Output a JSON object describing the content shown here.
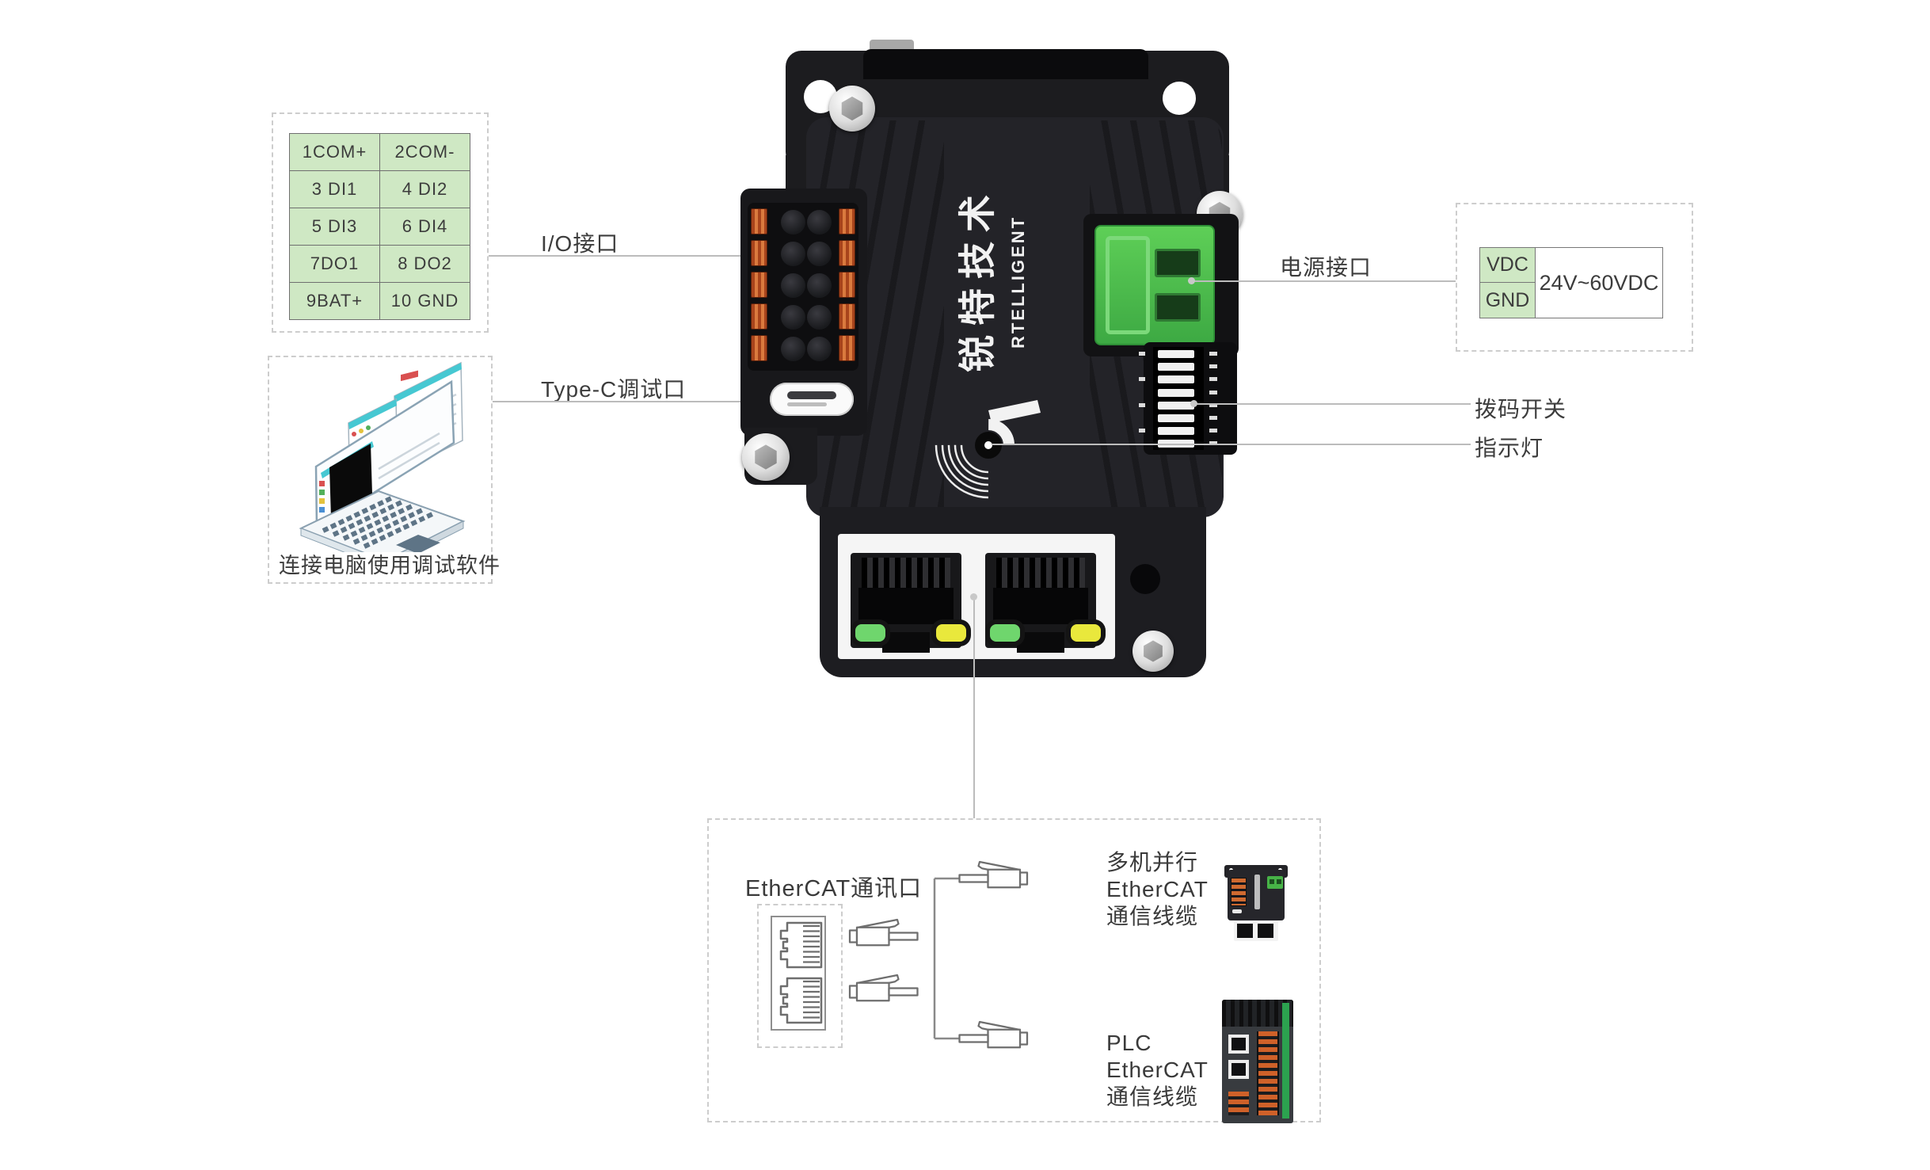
{
  "labels": {
    "io_port": "I/O接口",
    "typec_port": "Type-C调试口",
    "power_port": "电源接口",
    "dip_switch": "拨码开关",
    "indicator_led": "指示灯",
    "laptop_caption": "连接电脑使用调试软件",
    "ethercat_title": "EtherCAT通讯口"
  },
  "io_table": {
    "rows": [
      [
        "1COM+",
        "2COM-"
      ],
      [
        "3 DI1",
        "4 DI2"
      ],
      [
        "5 DI3",
        "6 DI4"
      ],
      [
        "7DO1",
        "8 DO2"
      ],
      [
        "9BAT+",
        "10 GND"
      ]
    ]
  },
  "power_table": {
    "pin_vdc": "VDC",
    "pin_gnd": "GND",
    "voltage_range": "24V~60VDC"
  },
  "device": {
    "brand_cn": "锐特技术",
    "brand_en": "RTELLIGENT"
  },
  "ethercat_section": {
    "multi_drive_label": [
      "多机并行",
      "EtherCAT",
      "通信线缆"
    ],
    "plc_label": [
      "PLC",
      "EtherCAT",
      "通信线缆"
    ]
  },
  "colors": {
    "table_cell_green": "#cfe8c4",
    "connector_green": "#4cb944",
    "connector_orange": "#cd5f2b",
    "led_green": "#6fd66d",
    "led_yellow": "#e9e83c",
    "leader_line_gray": "#bcbcbc",
    "label_text": "#3d3d3d",
    "device_body": "#232328"
  }
}
